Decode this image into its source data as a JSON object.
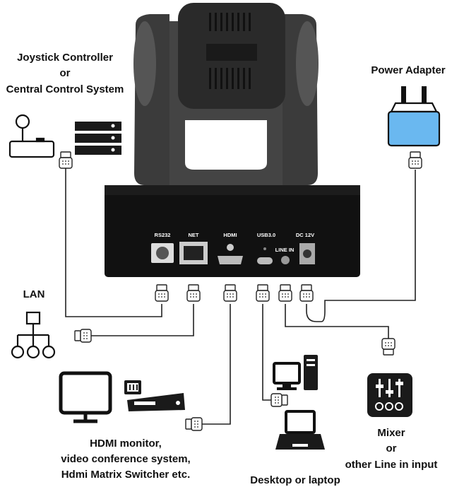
{
  "labels": {
    "joystick": [
      "Joystick Controller",
      "or",
      "Central Control System"
    ],
    "power": "Power Adapter",
    "lan": "LAN",
    "hdmi": [
      "HDMI monitor,",
      "video conference system,",
      "Hdmi Matrix Switcher etc."
    ],
    "desktop": "Desktop or laptop",
    "mixer": [
      "Mixer",
      "or",
      "other Line in input"
    ]
  },
  "ports": {
    "rs232": "RS232",
    "net": "NET",
    "hdmi": "HDMI",
    "usb": "USB3.0",
    "dc": "DC 12V",
    "linein": "LINE IN"
  },
  "colors": {
    "camera_body": "#3b3b3b",
    "base": "#111111",
    "adapter_fill": "#6ab8f0",
    "icon_dark": "#1a1a1a"
  },
  "icons": [
    "joystick-icon",
    "server-icon",
    "power-adapter-icon",
    "network-icon",
    "monitor-icon",
    "switcher-icon",
    "desktop-icon",
    "laptop-icon",
    "mixer-icon",
    "connector-icon"
  ]
}
